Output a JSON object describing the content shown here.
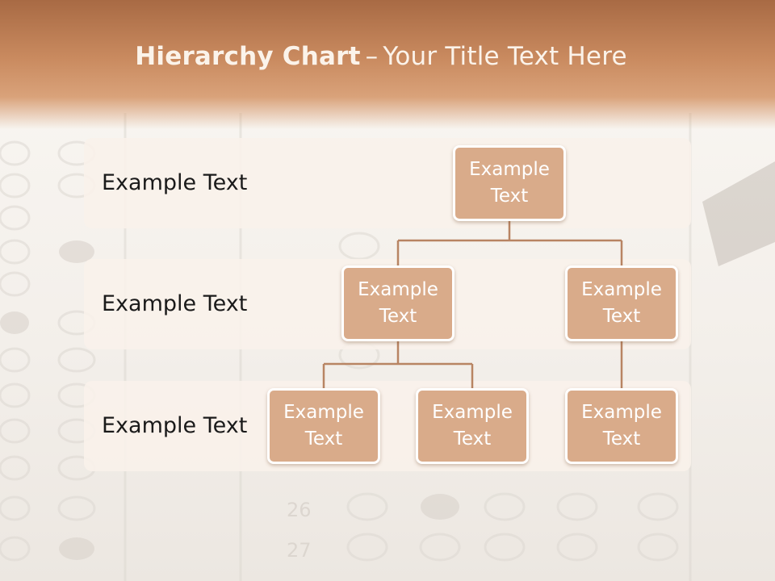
{
  "slide": {
    "title_bold": "Hierarchy Chart",
    "title_dash": "–",
    "title_rest": "Your Title Text Here"
  },
  "rows": [
    {
      "label": "Example Text"
    },
    {
      "label": "Example Text"
    },
    {
      "label": "Example Text"
    }
  ],
  "nodes": {
    "root": "Example Text",
    "level2_left": "Example Text",
    "level2_right": "Example Text",
    "level3_left_a": "Example Text",
    "level3_left_b": "Example Text",
    "level3_right": "Example Text"
  },
  "colors": {
    "title_band": "#c98a5f",
    "node_fill": "#d9ab8a",
    "node_border": "#ffffff",
    "connector": "#b88463",
    "band_fill": "#f9f1eb"
  }
}
